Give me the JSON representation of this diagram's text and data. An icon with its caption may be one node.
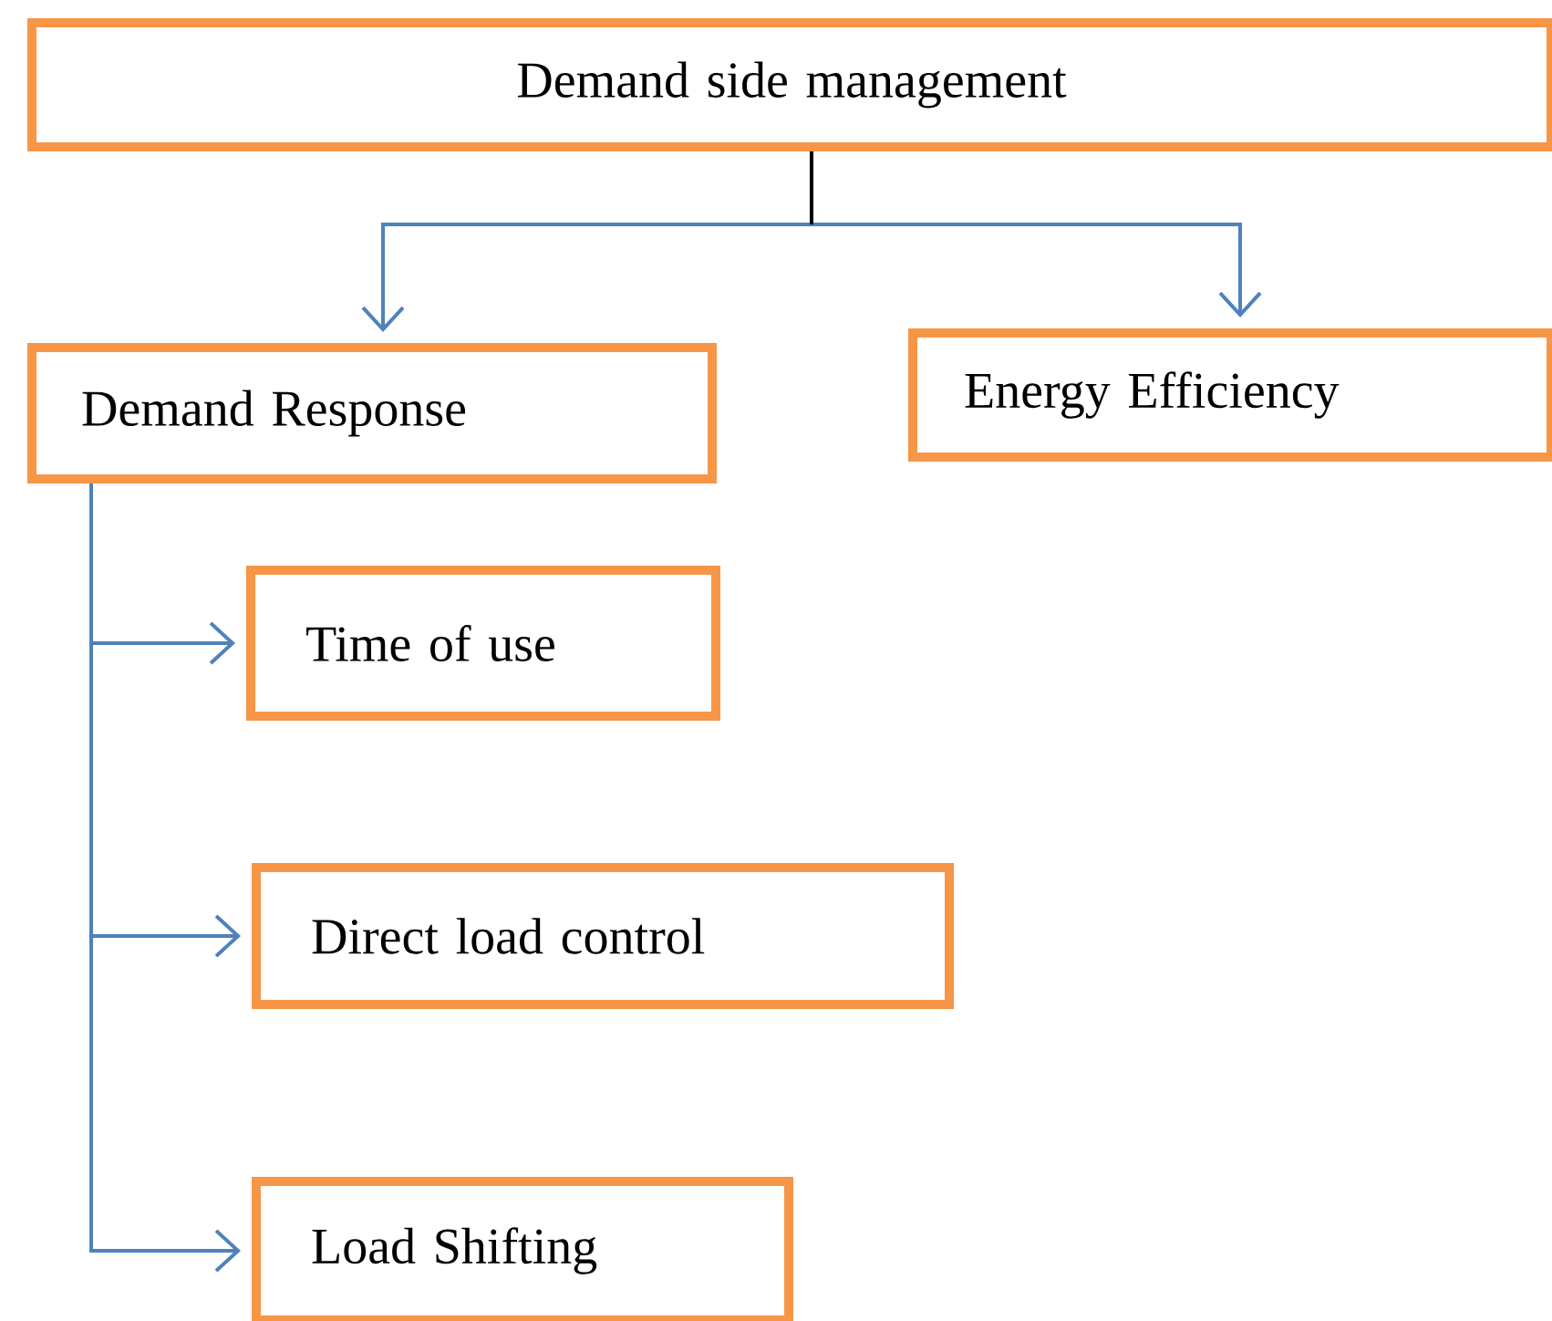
{
  "diagram": {
    "nodes": [
      {
        "text": [
          "Demand side management"
        ]
      },
      {
        "text": [
          "Demand Response"
        ]
      },
      {
        "text": [
          "Energy Efficiency"
        ]
      },
      {
        "text": [
          "Time of use"
        ]
      },
      {
        "text": [
          "Direct load control"
        ]
      },
      {
        "text": [
          "Load Shifting"
        ]
      }
    ],
    "edges": [
      {
        "from": 0,
        "to": 1,
        "arrow": "to"
      },
      {
        "from": 0,
        "to": 2,
        "arrow": "to"
      },
      {
        "from": 1,
        "to": 3,
        "arrow": "to"
      },
      {
        "from": 1,
        "to": 4,
        "arrow": "to"
      },
      {
        "from": 1,
        "to": 5,
        "arrow": "to"
      }
    ]
  }
}
